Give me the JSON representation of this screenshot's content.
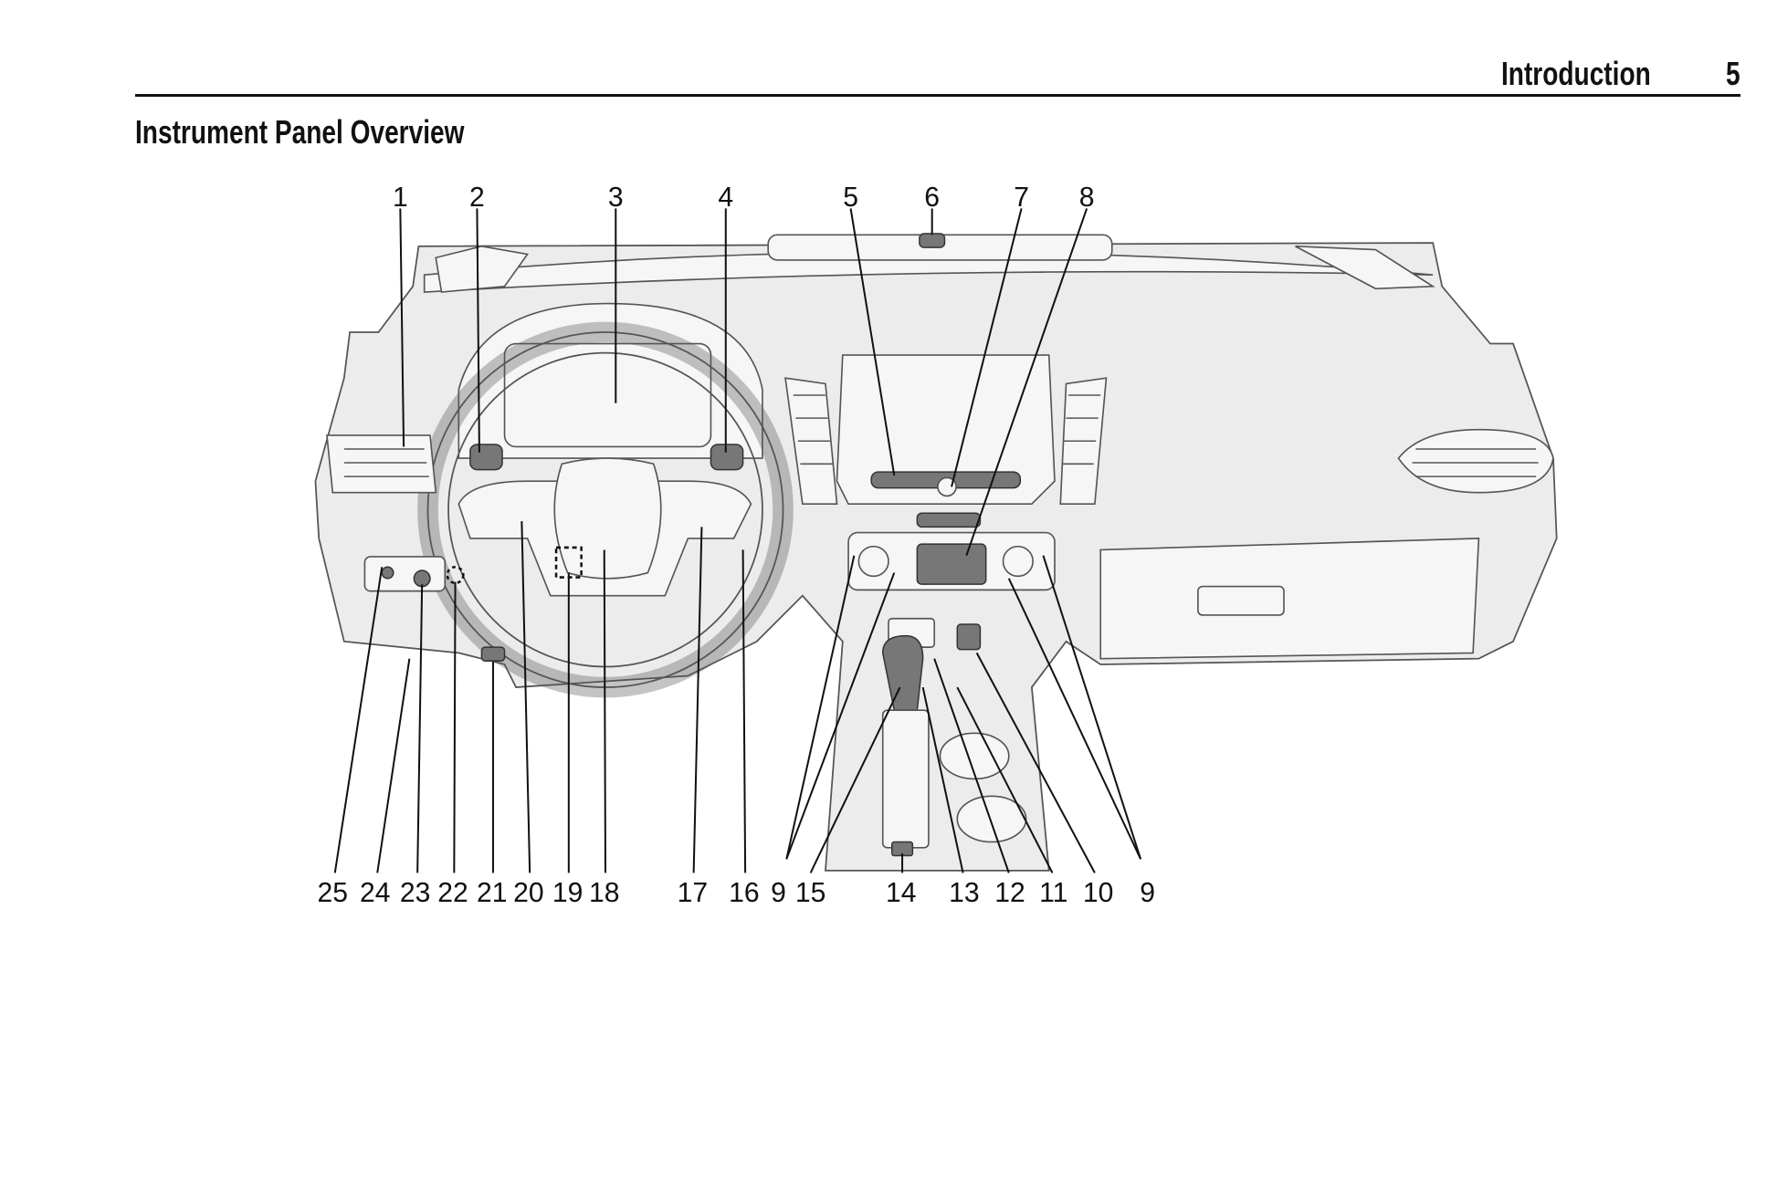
{
  "header": {
    "section": "Introduction",
    "page_number": "5"
  },
  "title": "Instrument Panel Overview",
  "figure": {
    "top_callouts": [
      "1",
      "2",
      "3",
      "4",
      "5",
      "6",
      "7",
      "8"
    ],
    "bottom_callouts": [
      "25",
      "24",
      "23",
      "22",
      "21",
      "20",
      "19",
      "18",
      "17",
      "16",
      "9",
      "15",
      "14",
      "13",
      "12",
      "11",
      "10",
      "9"
    ]
  }
}
